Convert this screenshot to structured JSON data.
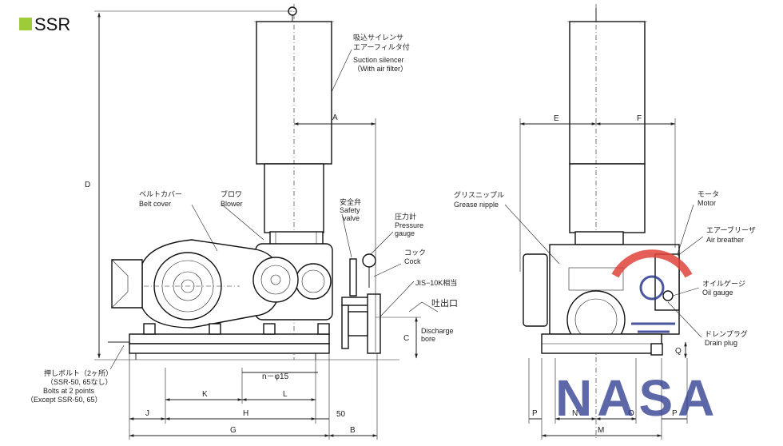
{
  "header": {
    "title": "SSR",
    "badge_color": "#9dcb3a"
  },
  "dimensions": {
    "A": "A",
    "D": "D",
    "E": "E",
    "F": "F",
    "C": "C",
    "Q": "Q",
    "K": "K",
    "L": "L",
    "J": "J",
    "H": "H",
    "fifty": "50",
    "G": "G",
    "B": "B",
    "P": "P",
    "N": "N",
    "O": "O",
    "M": "M",
    "holes": "n－φ15"
  },
  "labels": {
    "silencer_jp1": "吸込サイレンサ",
    "silencer_jp2": "エアーフィルタ付",
    "silencer_en1": "Suction silencer",
    "silencer_en2": "（With air filter）",
    "beltcover_jp": "ベルトカバー",
    "beltcover_en": "Belt cover",
    "blower_jp": "ブロワ",
    "blower_en": "Blower",
    "safety_jp": "安全弁",
    "safety_en1": "Safety",
    "safety_en2": "valve",
    "pressure_jp": "圧力計",
    "pressure_en1": "Pressure",
    "pressure_en2": "gauge",
    "cock_jp": "コック",
    "cock_en": "Cock",
    "jis": "JIS−10K相当",
    "discharge_jp": "吐出口",
    "discharge_en1": "Discharge",
    "discharge_en2": "bore",
    "bolt_jp1": "押しボルト（2ヶ所）",
    "bolt_jp2": "（SSR-50, 65なし）",
    "bolt_en1": "Bolts at 2 points",
    "bolt_en2": "（Except SSR-50, 65）",
    "grease_jp": "グリスニップル",
    "grease_en": "Grease nipple",
    "motor_jp": "モータ",
    "motor_en": "Motor",
    "breather_jp": "エアーブリーザ",
    "breather_en": "Air breather",
    "oilgauge_jp": "オイルゲージ",
    "oilgauge_en": "Oil gauge",
    "drain_jp": "ドレンプラグ",
    "drain_en": "Drain plug"
  },
  "watermark": {
    "text": "NASA",
    "color": "#2b3a8c",
    "accent": "#e0443a"
  }
}
